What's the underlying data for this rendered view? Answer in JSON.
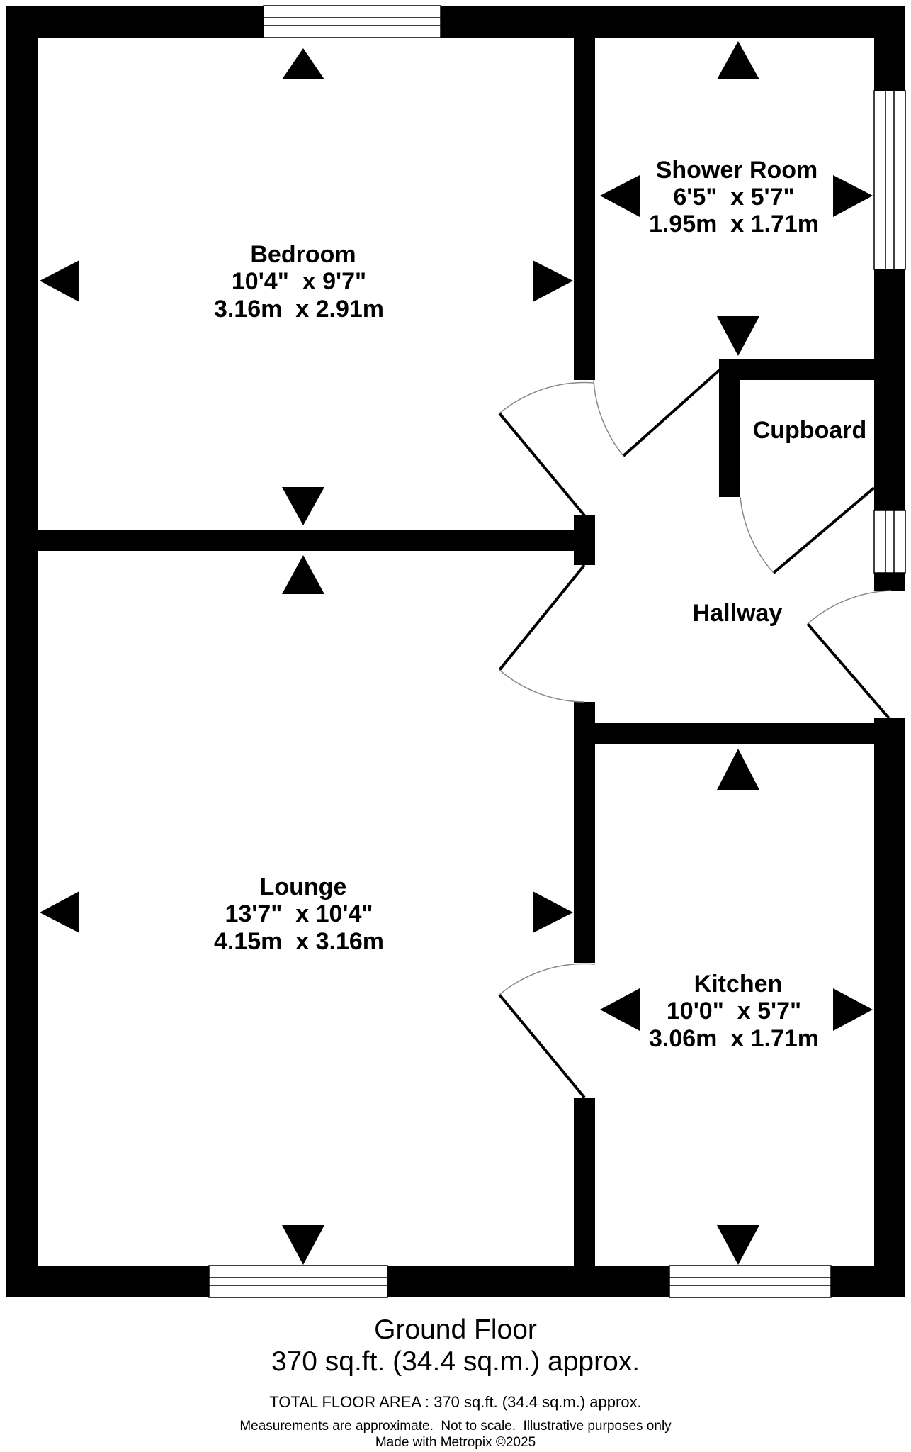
{
  "rooms": {
    "bedroom": {
      "name": "Bedroom",
      "imperial": "10'4\"  x 9'7\"",
      "metric": "3.16m  x 2.91m"
    },
    "shower_room": {
      "name": "Shower Room",
      "imperial": "6'5\"  x 5'7\"",
      "metric": "1.95m  x 1.71m"
    },
    "cupboard": {
      "name": "Cupboard"
    },
    "hallway": {
      "name": "Hallway"
    },
    "lounge": {
      "name": "Lounge",
      "imperial": "13'7\"  x 10'4\"",
      "metric": "4.15m  x 3.16m"
    },
    "kitchen": {
      "name": "Kitchen",
      "imperial": "10'0\"  x 5'7\"",
      "metric": "3.06m  x 1.71m"
    }
  },
  "footer": {
    "floor_name": "Ground Floor",
    "floor_area": "370 sq.ft. (34.4 sq.m.) approx.",
    "total_area": "TOTAL FLOOR AREA : 370 sq.ft. (34.4 sq.m.) approx.",
    "disclaimer": "Measurements are approximate.  Not to scale.  Illustrative purposes only",
    "credit": "Made with Metropix ©2025"
  },
  "colors": {
    "wall": "#000000",
    "window": "#ffffff",
    "door_arc": "#888888",
    "background": "#ffffff"
  }
}
